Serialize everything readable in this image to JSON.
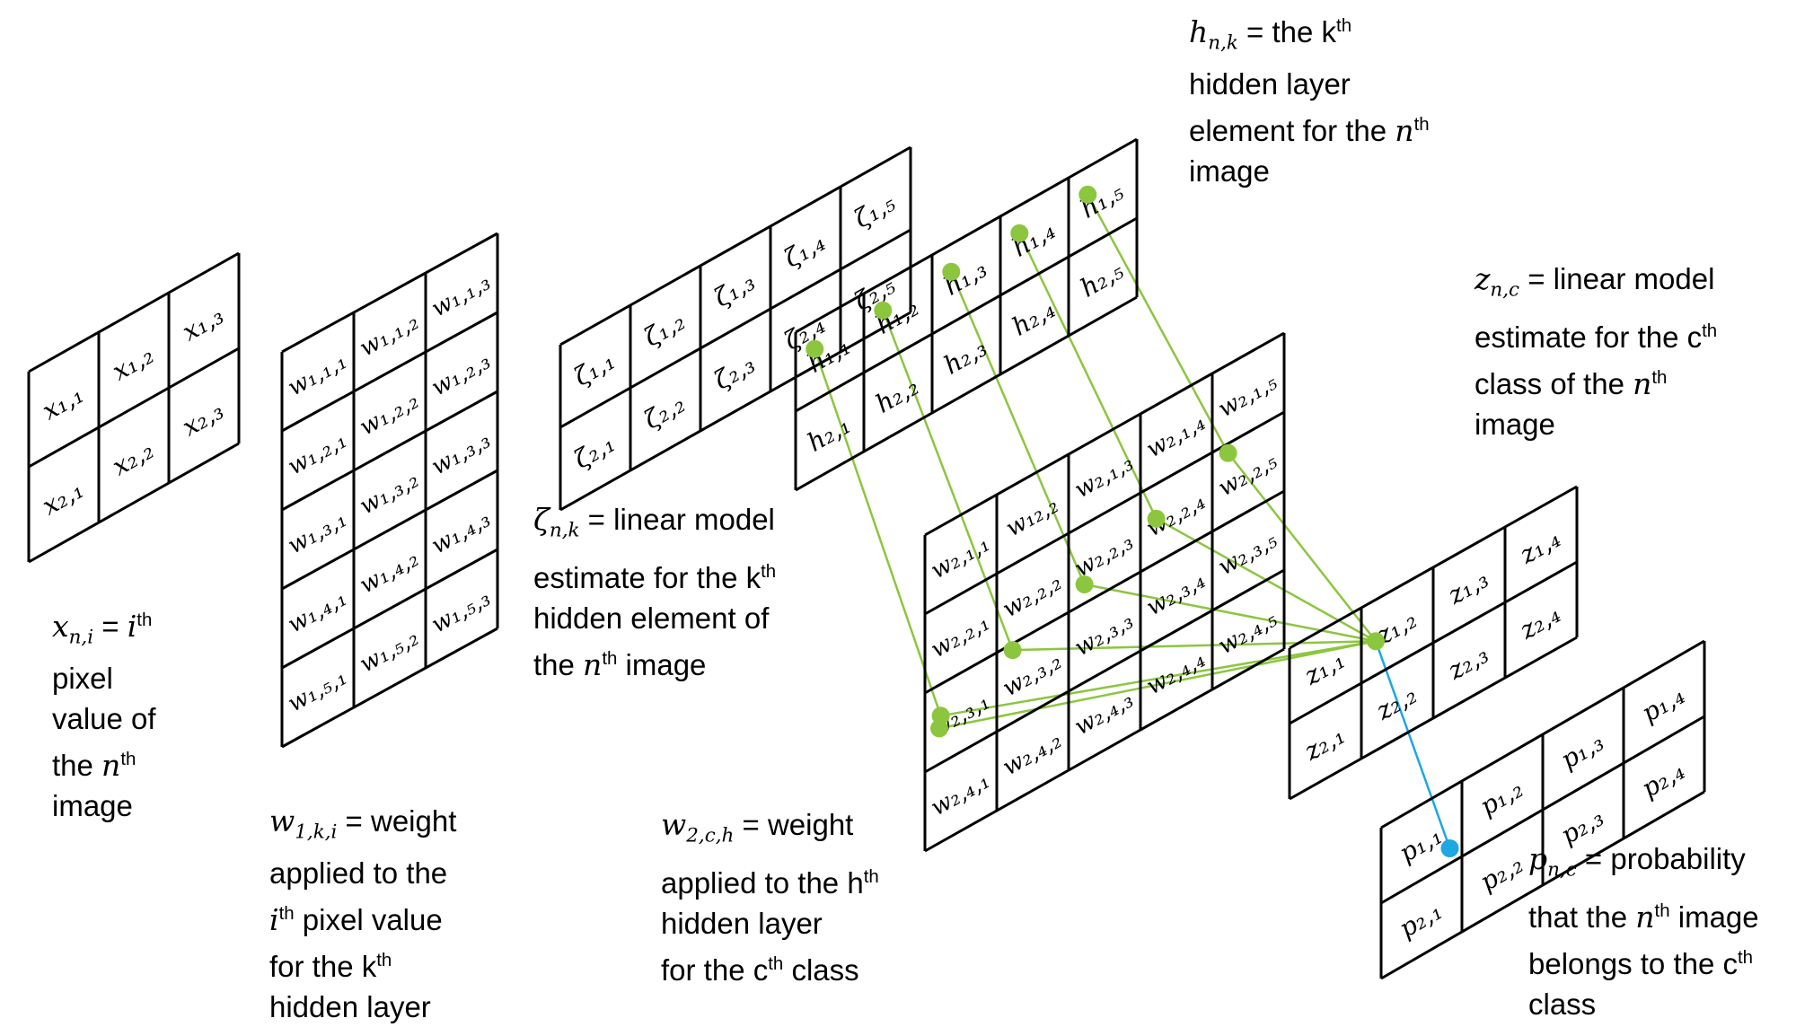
{
  "colors": {
    "connection": "#8cc63f",
    "probability_link": "#1ea7e0",
    "grid": "#000000"
  },
  "grids": {
    "x": {
      "rows": [
        [
          "x₁,₁",
          "x₁,₂",
          "x₁,₃"
        ],
        [
          "x₂,₁",
          "x₂,₂",
          "x₂,₃"
        ]
      ]
    },
    "w1": {
      "rows": [
        [
          "w₁,₁,₁",
          "w₁,₁,₂",
          "w₁,₁,₃"
        ],
        [
          "w₁,₂,₁",
          "w₁,₂,₂",
          "w₁,₂,₃"
        ],
        [
          "w₁,₃,₁",
          "w₁,₃,₂",
          "w₁,₃,₃"
        ],
        [
          "w₁,₄,₁",
          "w₁,₄,₂",
          "w₁,₄,₃"
        ],
        [
          "w₁,₅,₁",
          "w₁,₅,₂",
          "w₁,₅,₃"
        ]
      ]
    },
    "zeta": {
      "rows": [
        [
          "ζ₁,₁",
          "ζ₁,₂",
          "ζ₁,₃",
          "ζ₁,₄",
          "ζ₁,₅"
        ],
        [
          "ζ₂,₁",
          "ζ₂,₂",
          "ζ₂,₃",
          "ζ₂,₄",
          "ζ₂,₅"
        ]
      ]
    },
    "h": {
      "rows": [
        [
          "h₁,₁",
          "h₁,₂",
          "h₁,₃",
          "h₁,₄",
          "h₁,₅"
        ],
        [
          "h₂,₁",
          "h₂,₂",
          "h₂,₃",
          "h₂,₄",
          "h₂,₅"
        ]
      ]
    },
    "w2": {
      "rows": [
        [
          "w₂,₁,₁",
          "w₁₂,₂",
          "w₂,₁,₃",
          "w₂,₁,₄",
          "w₂,₁,₅"
        ],
        [
          "w₂,₂,₁",
          "w₂,₂,₂",
          "w₂,₂,₃",
          "w₂,₂,₄",
          "w₂,₂,₅"
        ],
        [
          "w₂,₃,₁",
          "w₂,₃,₂",
          "w₂,₃,₃",
          "w₂,₃,₄",
          "w₂,₃,₅"
        ],
        [
          "w₂,₄,₁",
          "w₂,₄,₂",
          "w₂,₄,₃",
          "w₂,₄,₄",
          "w₂,₄,₅"
        ]
      ]
    },
    "z": {
      "rows": [
        [
          "z₁,₁",
          "z₁,₂",
          "z₁,₃",
          "z₁,₄"
        ],
        [
          "z₂,₁",
          "z₂,₂",
          "z₂,₃",
          "z₂,₄"
        ]
      ]
    },
    "p": {
      "rows": [
        [
          "p₁,₁",
          "p₁,₂",
          "p₁,₃",
          "p₁,₄"
        ],
        [
          "p₂,₁",
          "p₂,₂",
          "p₂,₃",
          "p₂,₄"
        ]
      ]
    }
  },
  "captions": {
    "x": {
      "sym": "x",
      "sub": "n,i",
      "sym2": "i",
      "sup": "th",
      "word1": "pixel",
      "word2": "value of",
      "word3": "the",
      "sym3": "n",
      "sup2": "th",
      "word4": "image"
    },
    "w1": {
      "sym": "w",
      "sub": "1,k,i",
      "text1": " = weight",
      "line2": "applied to the",
      "sym2": "i",
      "sup": "th",
      "text3": " pixel value",
      "text4a": "for the k",
      "sup2": "th",
      "line5": "hidden layer"
    },
    "zeta": {
      "sym": "ζ",
      "sub": "n,k",
      "text1": " = linear model",
      "text2a": "estimate for the k",
      "sup": "th",
      "line3": "hidden element of",
      "text4a": "the ",
      "sym2": "n",
      "sup2": "th",
      "text4b": " image"
    },
    "w2": {
      "sym": "w",
      "sub": "2,c,h",
      "text1": " = weight",
      "text2a": "applied to the h",
      "sup": "th",
      "line3": "hidden layer",
      "text4a": "for the c",
      "sup2": "th",
      "text4b": " class"
    },
    "h": {
      "sym": "h",
      "sub": "n,k",
      "text1": " = the k",
      "sup": "th",
      "line2": "hidden layer",
      "text3a": "element for the ",
      "sym2": "n",
      "sup2": "th",
      "line4": "image"
    },
    "z": {
      "sym": "z",
      "sub": "n,c",
      "text1": " = linear model",
      "text2a": "estimate for the c",
      "sup": "th",
      "text3a": "class of the ",
      "sym2": "n",
      "sup2": "th",
      "line4": "image"
    },
    "p": {
      "sym": "p",
      "sub": "n,c",
      "text1": " = probability",
      "text2a": "that the ",
      "sym2": "n",
      "sup": "th",
      "text2b": " image",
      "text3a": "belongs to the c",
      "sup2": "th",
      "line4": "class"
    }
  }
}
